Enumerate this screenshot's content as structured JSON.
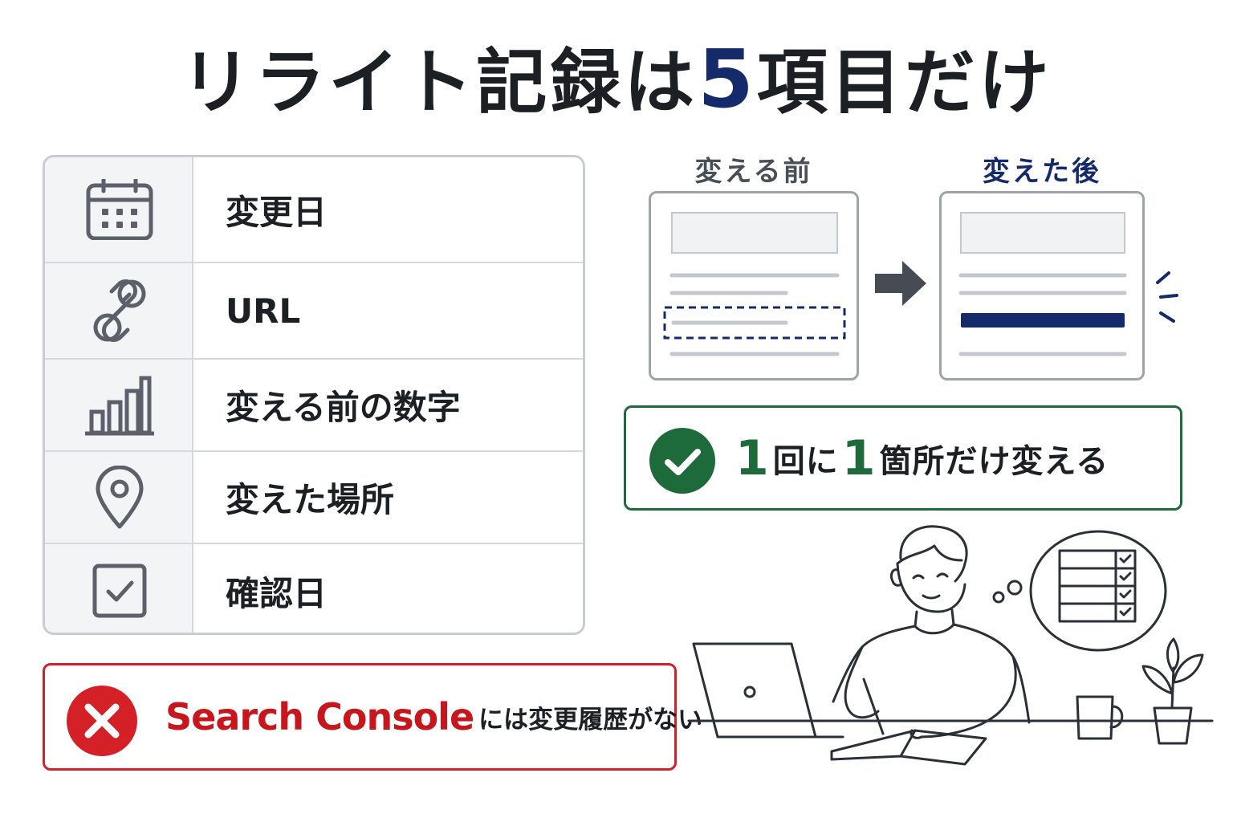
{
  "title": {
    "part1": "リライト記録は",
    "number": "5",
    "part2": "項目だけ"
  },
  "items": [
    {
      "label": "変更日",
      "icon": "calendar-icon"
    },
    {
      "label": "URL",
      "icon": "link-icon"
    },
    {
      "label": "変える前の数字",
      "icon": "bar-chart-icon"
    },
    {
      "label": "変えた場所",
      "icon": "location-pin-icon"
    },
    {
      "label": "確認日",
      "icon": "checkbox-icon"
    }
  ],
  "warning": {
    "main": "Search Console",
    "sub": "には変更履歴がない",
    "icon": "x-circle-icon"
  },
  "compare": {
    "before_label": "変える前",
    "after_label": "変えた後"
  },
  "rule": {
    "num1": "1",
    "text1": "回に",
    "num2": "1",
    "text2": "箇所だけ変える",
    "icon": "check-circle-icon"
  },
  "colors": {
    "navy": "#142a6b",
    "green": "#1d6b3a",
    "red": "#d42027"
  }
}
